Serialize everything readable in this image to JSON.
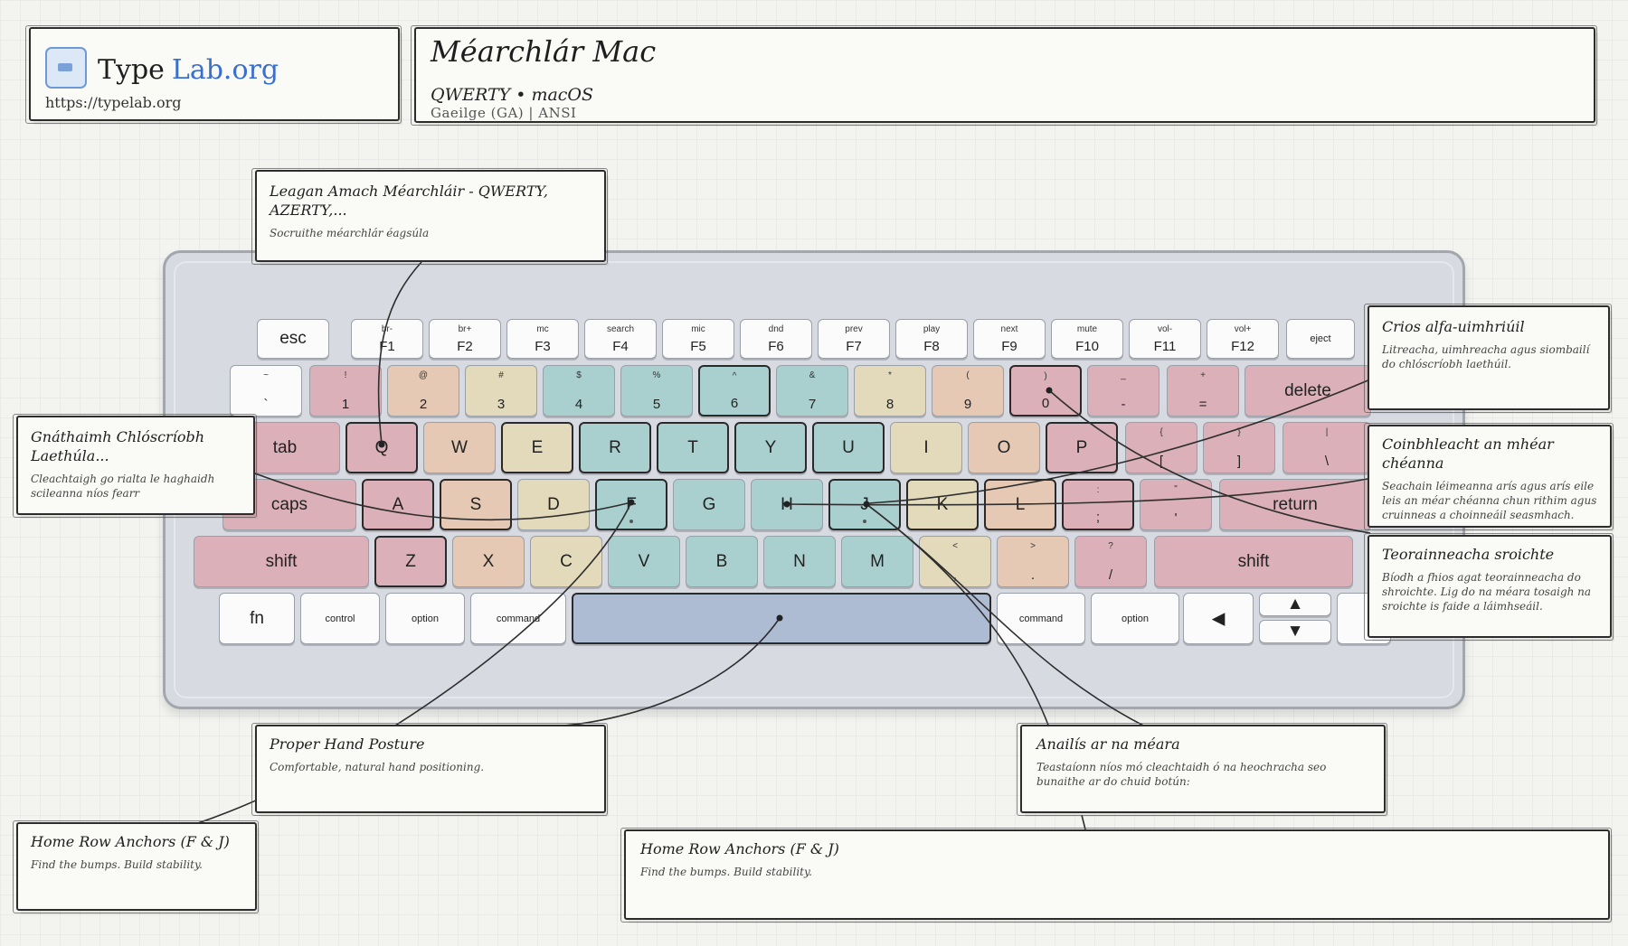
{
  "brand": {
    "type": "Type",
    "lab": "Lab.org",
    "url": "https://typelab.org"
  },
  "header": {
    "title": "Méarchlár Mac",
    "subtitle": "QWERTY • macOS",
    "subtitle2": "Gaeilge (GA)  |  ANSI"
  },
  "colors": {
    "pink": "#dcb0b8",
    "peach": "#e5c9b4",
    "sand": "#e3d9bb",
    "teal": "#a9d0cf",
    "mod": "#dcb0b8",
    "space": "#adbbd3",
    "white": "#fbfbfb"
  },
  "rows": [
    [
      {
        "main": "esc",
        "c": "white"
      },
      {
        "sub": "br-",
        "bot": "F1",
        "c": "white"
      },
      {
        "sub": "br+",
        "bot": "F2",
        "c": "white"
      },
      {
        "sub": "mc",
        "bot": "F3",
        "c": "white"
      },
      {
        "sub": "search",
        "bot": "F4",
        "c": "white"
      },
      {
        "sub": "mic",
        "bot": "F5",
        "c": "white"
      },
      {
        "sub": "dnd",
        "bot": "F6",
        "c": "white"
      },
      {
        "sub": "prev",
        "bot": "F7",
        "c": "white"
      },
      {
        "sub": "play",
        "bot": "F8",
        "c": "white"
      },
      {
        "sub": "next",
        "bot": "F9",
        "c": "white"
      },
      {
        "sub": "mute",
        "bot": "F10",
        "c": "white"
      },
      {
        "sub": "vol-",
        "bot": "F11",
        "c": "white"
      },
      {
        "sub": "vol+",
        "bot": "F12",
        "c": "white"
      },
      {
        "main": "eject",
        "c": "white",
        "small": true
      }
    ],
    [
      {
        "sub": "~",
        "bot": "`",
        "c": "white"
      },
      {
        "sub": "!",
        "bot": "1",
        "c": "pink"
      },
      {
        "sub": "@",
        "bot": "2",
        "c": "peach"
      },
      {
        "sub": "#",
        "bot": "3",
        "c": "sand"
      },
      {
        "sub": "$",
        "bot": "4",
        "c": "teal"
      },
      {
        "sub": "%",
        "bot": "5",
        "c": "teal"
      },
      {
        "sub": "^",
        "bot": "6",
        "c": "teal",
        "hl": true
      },
      {
        "sub": "&",
        "bot": "7",
        "c": "teal"
      },
      {
        "sub": "*",
        "bot": "8",
        "c": "sand"
      },
      {
        "sub": "(",
        "bot": "9",
        "c": "peach"
      },
      {
        "sub": ")",
        "bot": "0",
        "c": "pink",
        "hl": true
      },
      {
        "sub": "_",
        "bot": "-",
        "c": "pink"
      },
      {
        "sub": "+",
        "bot": "=",
        "c": "pink"
      },
      {
        "main": "delete",
        "c": "mod"
      }
    ],
    [
      {
        "main": "tab",
        "c": "mod"
      },
      {
        "main": "Q",
        "c": "pink",
        "hl": true
      },
      {
        "main": "W",
        "c": "peach"
      },
      {
        "main": "E",
        "c": "sand",
        "hl": true
      },
      {
        "main": "R",
        "c": "teal",
        "hl": true
      },
      {
        "main": "T",
        "c": "teal",
        "hl": true
      },
      {
        "main": "Y",
        "c": "teal",
        "hl": true
      },
      {
        "main": "U",
        "c": "teal",
        "hl": true
      },
      {
        "main": "I",
        "c": "sand"
      },
      {
        "main": "O",
        "c": "peach"
      },
      {
        "main": "P",
        "c": "pink",
        "hl": true
      },
      {
        "sub": "{",
        "bot": "[",
        "c": "pink"
      },
      {
        "sub": "}",
        "bot": "]",
        "c": "pink"
      },
      {
        "sub": "|",
        "bot": "\\",
        "c": "pink"
      }
    ],
    [
      {
        "main": "caps",
        "c": "mod"
      },
      {
        "main": "A",
        "c": "pink",
        "hl": true
      },
      {
        "main": "S",
        "c": "peach",
        "hl": true
      },
      {
        "main": "D",
        "c": "sand"
      },
      {
        "main": "F",
        "c": "teal",
        "hl": true,
        "bump": true
      },
      {
        "main": "G",
        "c": "teal"
      },
      {
        "main": "H",
        "c": "teal"
      },
      {
        "main": "J",
        "c": "teal",
        "hl": true,
        "bump": true
      },
      {
        "main": "K",
        "c": "sand",
        "hl": true
      },
      {
        "main": "L",
        "c": "peach",
        "hl": true
      },
      {
        "sub": ":",
        "bot": ";",
        "c": "pink",
        "hl": true
      },
      {
        "sub": "\"",
        "bot": "'",
        "c": "pink"
      },
      {
        "main": "return",
        "c": "mod"
      }
    ],
    [
      {
        "main": "shift",
        "c": "mod"
      },
      {
        "main": "Z",
        "c": "pink",
        "hl": true
      },
      {
        "main": "X",
        "c": "peach"
      },
      {
        "main": "C",
        "c": "sand"
      },
      {
        "main": "V",
        "c": "teal"
      },
      {
        "main": "B",
        "c": "teal"
      },
      {
        "main": "N",
        "c": "teal"
      },
      {
        "main": "M",
        "c": "teal"
      },
      {
        "sub": "<",
        "bot": ",",
        "c": "sand"
      },
      {
        "sub": ">",
        "bot": ".",
        "c": "peach"
      },
      {
        "sub": "?",
        "bot": "/",
        "c": "pink"
      },
      {
        "main": "shift",
        "c": "mod"
      }
    ],
    [
      {
        "main": "fn",
        "c": "white"
      },
      {
        "main": "control",
        "c": "white",
        "small": true
      },
      {
        "main": "option",
        "c": "white",
        "small": true
      },
      {
        "main": "command",
        "c": "white",
        "small": true
      },
      {
        "main": "",
        "c": "space",
        "hl": true
      },
      {
        "main": "command",
        "c": "white",
        "small": true
      },
      {
        "main": "option",
        "c": "white",
        "small": true
      },
      {
        "main": "◀",
        "c": "white"
      },
      {
        "main": "▲",
        "c": "white"
      },
      {
        "main": "▼",
        "c": "white"
      },
      {
        "main": "",
        "c": "white"
      }
    ]
  ],
  "annotations": {
    "layout": {
      "title": "Leagan Amach Méarchláir - QWERTY, AZERTY,...",
      "desc": "Socruithe méarchlár éagsúla"
    },
    "habits": {
      "title": "Gnáthaimh Chlóscríobh Laethúla...",
      "desc": "Cleachtaigh go rialta le haghaidh scileanna níos fearr"
    },
    "alnum": {
      "title": "Crios alfa-uimhriúil",
      "desc": "Litreacha, uimhreacha agus siombailí do chlóscríobh laethúil."
    },
    "samefinger": {
      "title": "Coinbhleacht an mhéar chéanna",
      "desc": "Seachain léimeanna arís agus arís eile leis an méar chéanna chun rithim agus cruinneas a choinneáil seasmhach."
    },
    "reach": {
      "title": "Teorainneacha sroichte",
      "desc": "Bíodh a fhios agat teorainneacha do shroichte. Lig do na méara tosaigh na sroichte is faide a láimhseáil."
    },
    "posture": {
      "title": "Proper Hand Posture",
      "desc": "Comfortable, natural hand positioning."
    },
    "fingers": {
      "title": "Anailís ar na méara",
      "desc": "Teastaíonn níos mó cleachtaidh ó na heochracha seo bunaithe ar do chuid botún:"
    },
    "anchors1": {
      "title": "Home Row Anchors (F & J)",
      "desc": "Find the bumps. Build stability."
    },
    "anchors2": {
      "title": "Home Row Anchors (F & J)",
      "desc": "Find the bumps. Build stability."
    }
  }
}
